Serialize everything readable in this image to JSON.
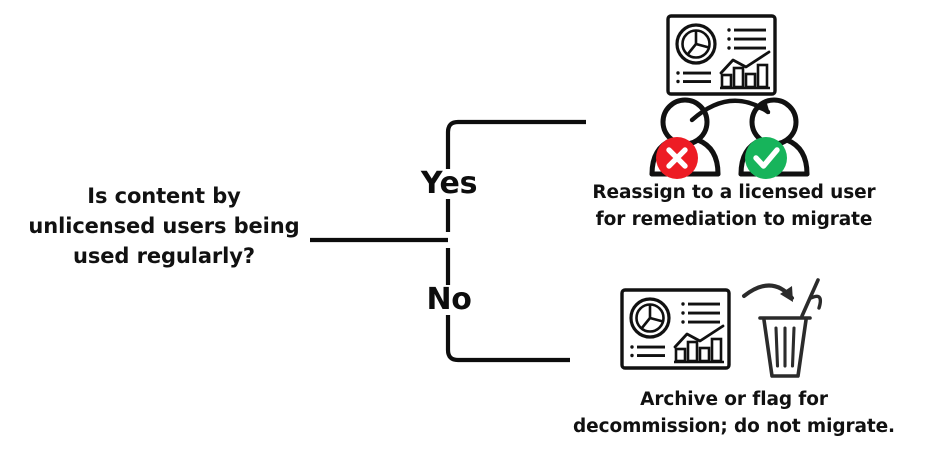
{
  "diagram": {
    "type": "decision-flowchart",
    "background_color": "#ffffff",
    "line_color": "#000000",
    "text_color": "#111111"
  },
  "question": {
    "name": "decision-question",
    "line1": "Is content by",
    "line2": "unlicensed users being",
    "line3": "used regularly?"
  },
  "branches": {
    "yes": {
      "label": "Yes",
      "caption_line1": "Reassign to a licensed user",
      "caption_line2": "for remediation to migrate"
    },
    "no": {
      "label": "No",
      "caption_line1": "Archive or flag for",
      "caption_line2": "decommission; do not migrate."
    }
  },
  "icons": {
    "reassign": {
      "dashboard": "dashboard-report-icon",
      "user_unlicensed": "user-unlicensed-icon",
      "user_licensed": "user-licensed-icon",
      "badge_error": "x-circle-badge-icon",
      "badge_success": "check-circle-badge-icon",
      "transfer": "curved-transfer-arrow-icon"
    },
    "archive": {
      "dashboard": "dashboard-report-icon",
      "trash": "trash-can-icon",
      "discard": "curved-discard-arrow-icon"
    }
  },
  "colors": {
    "error_red": "#ED1C24",
    "success_green": "#17B45B",
    "stroke_black": "#111111",
    "badge_glyph": "#ffffff"
  }
}
